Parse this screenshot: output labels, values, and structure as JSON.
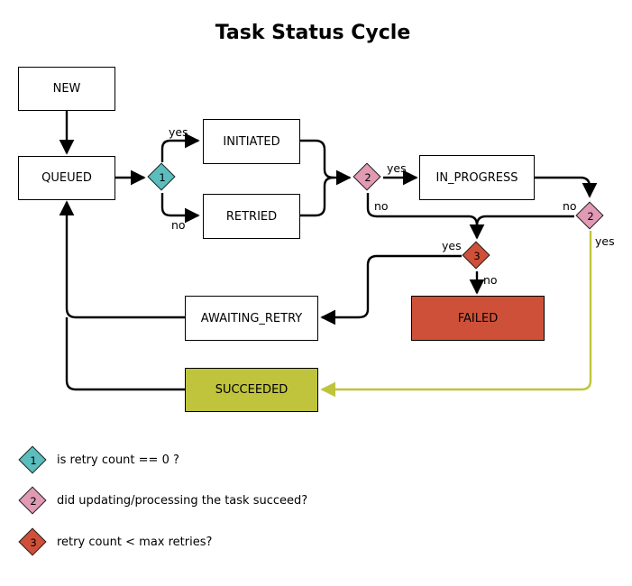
{
  "title": "Task Status Cycle",
  "colors": {
    "check_1": "#5bbdbd",
    "check_2": "#e09ab4",
    "check_3": "#cf5038",
    "failed": "#cf5038",
    "succeeded": "#bfc43c",
    "succeeded_arrow": "#bfc43c"
  },
  "states": {
    "new": "NEW",
    "queued": "QUEUED",
    "initiated": "INITIATED",
    "retried": "RETRIED",
    "in_progress": "IN_PROGRESS",
    "awaiting_retry": "AWAITING_RETRY",
    "failed": "FAILED",
    "succeeded": "SUCCEEDED"
  },
  "decisions": {
    "d1": "1",
    "d2a": "2",
    "d2b": "2",
    "d3": "3"
  },
  "edge_labels": {
    "d1_yes": "yes",
    "d1_no": "no",
    "d2a_yes": "yes",
    "d2a_no": "no",
    "d2b_no": "no",
    "d2b_yes": "yes",
    "d3_yes": "yes",
    "d3_no": "no"
  },
  "legend": [
    {
      "number": "1",
      "text": "is retry count == 0 ?"
    },
    {
      "number": "2",
      "text": "did updating/processing the task succeed?"
    },
    {
      "number": "3",
      "text": "retry count < max retries?"
    }
  ]
}
